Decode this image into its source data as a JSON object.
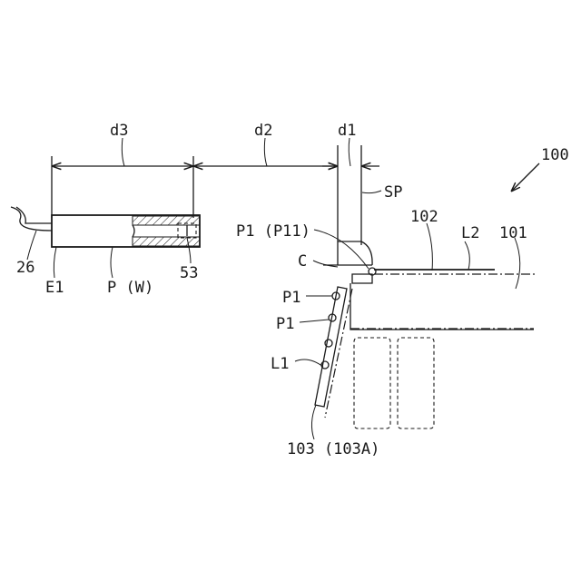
{
  "labels": {
    "d3": "d3",
    "d2": "d2",
    "d1": "d1",
    "assembly": "100",
    "sp": "SP",
    "ref102": "102",
    "l2": "L2",
    "ref101": "101",
    "p1_p11": "P1 (P11)",
    "c": "C",
    "p1_a": "P1",
    "p1_b": "P1",
    "l1": "L1",
    "ref103": "103 (103A)",
    "ref26": "26",
    "e1": "E1",
    "pw": "P (W)",
    "ref53": "53"
  }
}
